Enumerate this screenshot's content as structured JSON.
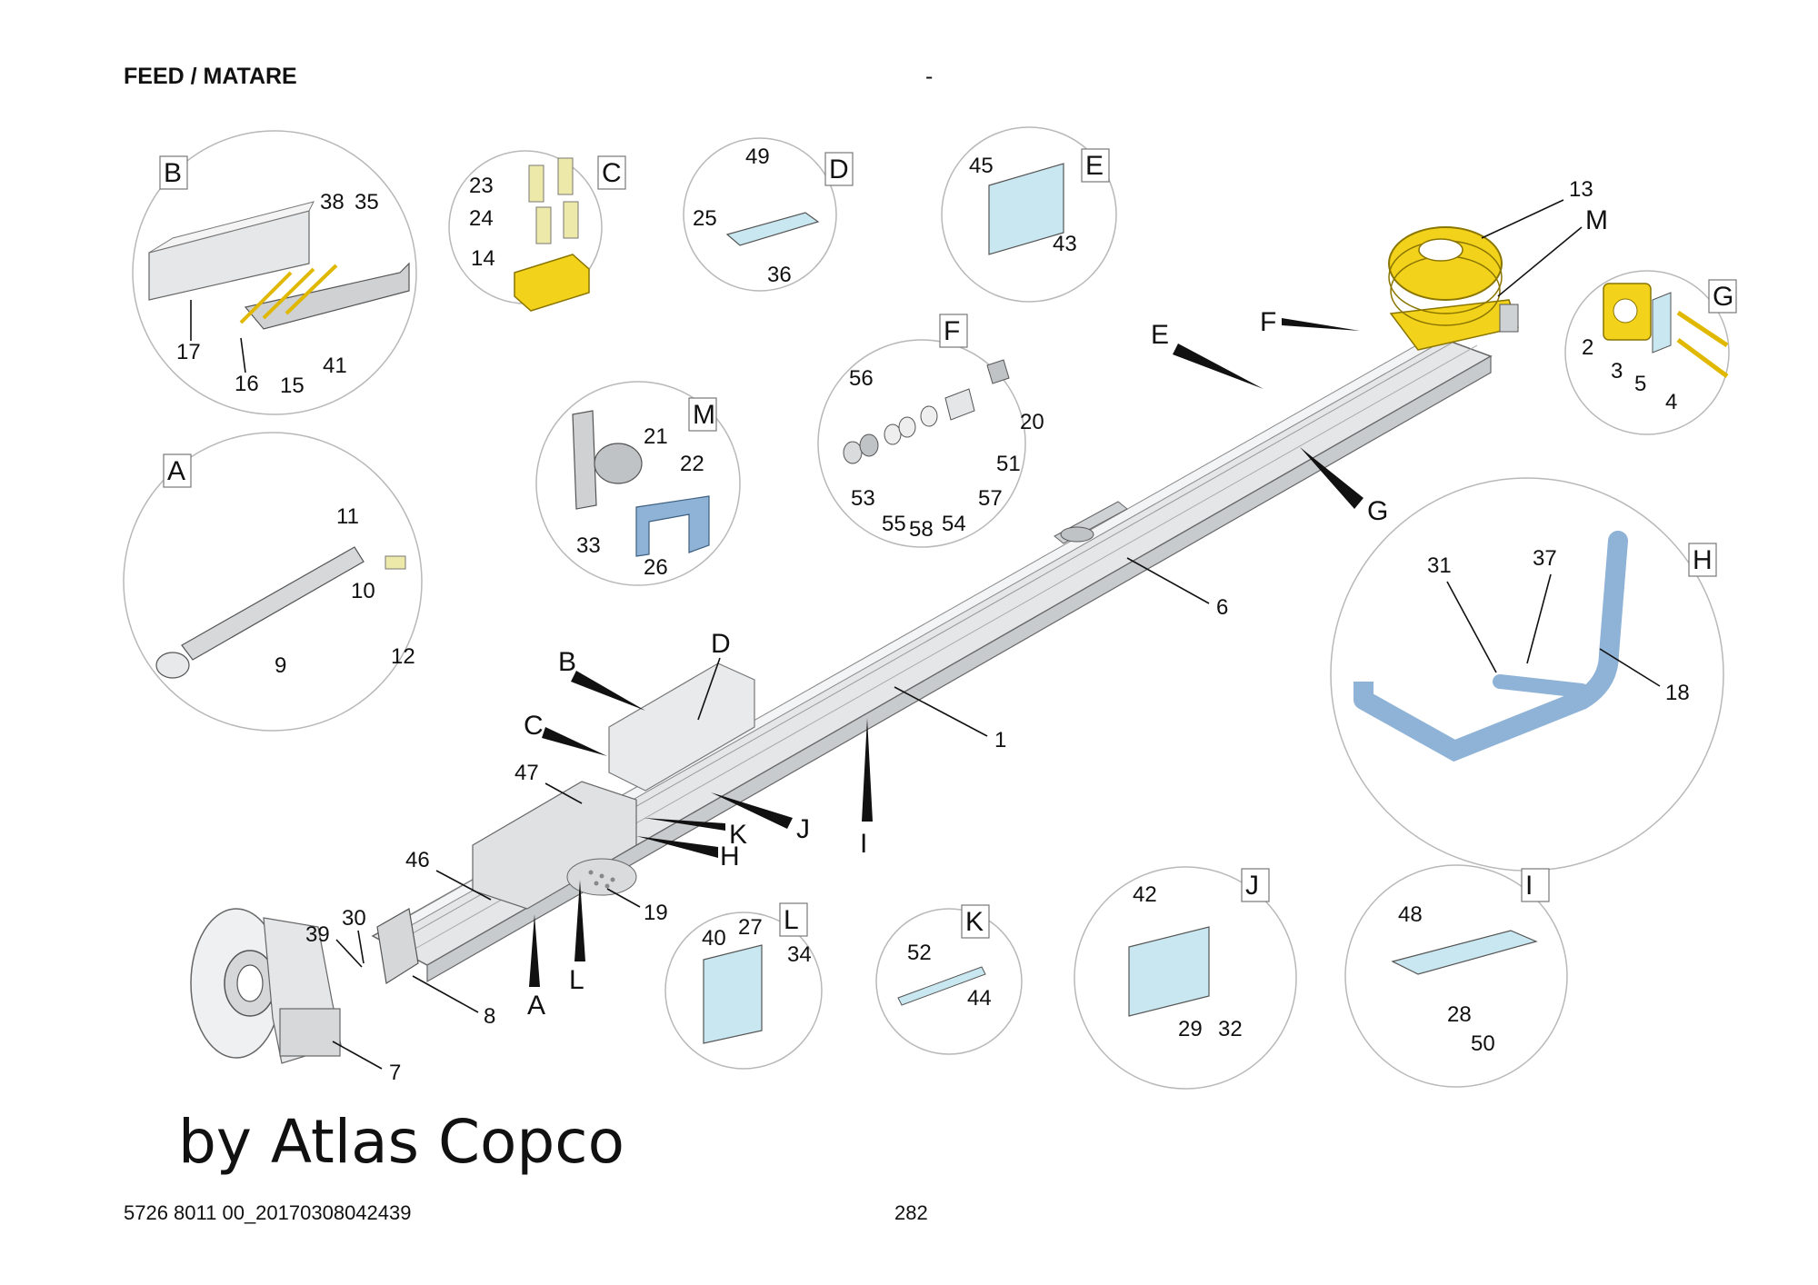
{
  "header": {
    "title": "FEED / MATARE",
    "separator": "-"
  },
  "footer": {
    "doc_id": "5726 8011 00_20170308042439",
    "page": "282"
  },
  "watermark": "by Atlas Copco",
  "colors": {
    "highlight_yellow": "#f2d21a",
    "part_blue": "#c9e7f0",
    "frame_blue": "#8fb3d6",
    "frame_grey": "#d8dadc"
  },
  "detail_views": [
    {
      "letter": "B",
      "parts": [
        "38",
        "35",
        "17",
        "16",
        "15",
        "41"
      ]
    },
    {
      "letter": "C",
      "parts": [
        "23",
        "24",
        "14"
      ]
    },
    {
      "letter": "D",
      "parts": [
        "49",
        "25",
        "36"
      ]
    },
    {
      "letter": "E",
      "parts": [
        "45",
        "43"
      ]
    },
    {
      "letter": "F",
      "parts": [
        "56",
        "20",
        "51",
        "53",
        "55",
        "58",
        "54",
        "57"
      ]
    },
    {
      "letter": "G",
      "parts": [
        "2",
        "3",
        "5",
        "4"
      ]
    },
    {
      "letter": "M",
      "parts": [
        "21",
        "22",
        "33",
        "26"
      ]
    },
    {
      "letter": "A",
      "parts": [
        "11",
        "10",
        "12",
        "9"
      ]
    },
    {
      "letter": "H",
      "parts": [
        "31",
        "37",
        "18"
      ]
    },
    {
      "letter": "L",
      "parts": [
        "40",
        "27",
        "34"
      ]
    },
    {
      "letter": "K",
      "parts": [
        "52",
        "44"
      ]
    },
    {
      "letter": "J",
      "parts": [
        "42",
        "29",
        "32"
      ]
    },
    {
      "letter": "I",
      "parts": [
        "48",
        "28",
        "50"
      ]
    }
  ],
  "main_parts": [
    "13",
    "1",
    "6",
    "47",
    "46",
    "19",
    "30",
    "39",
    "8",
    "7"
  ],
  "main_pointers": [
    "M",
    "F",
    "E",
    "G",
    "B",
    "C",
    "D",
    "I",
    "J",
    "K",
    "H",
    "L",
    "A"
  ]
}
